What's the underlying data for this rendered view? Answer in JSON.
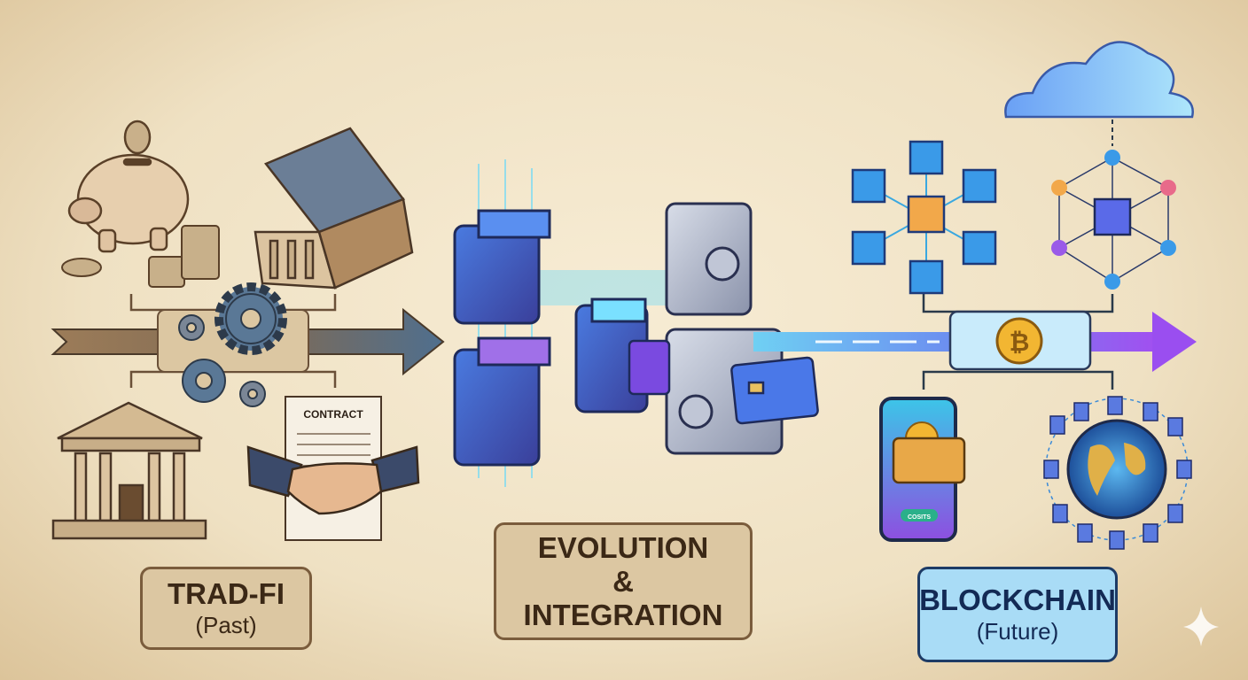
{
  "labels": {
    "past": {
      "title": "TRAD-FI",
      "subtitle": "(Past)"
    },
    "middle": {
      "line1": "EVOLUTION",
      "amp": "&",
      "line2": "INTEGRATION"
    },
    "future": {
      "title": "BLOCKCHAIN",
      "subtitle": "(Future)"
    }
  },
  "icons": {
    "contract_text": "CONTRACT",
    "wallet_button": "COSITS"
  },
  "colors": {
    "parchment": "#efe1c3",
    "tradfi_box": "#dcc7a2",
    "blockchain_box": "#a9dcf6",
    "arrow_past": "#8a6e50",
    "arrow_future_start": "#5fc8f0",
    "arrow_future_end": "#9a4ef0"
  }
}
